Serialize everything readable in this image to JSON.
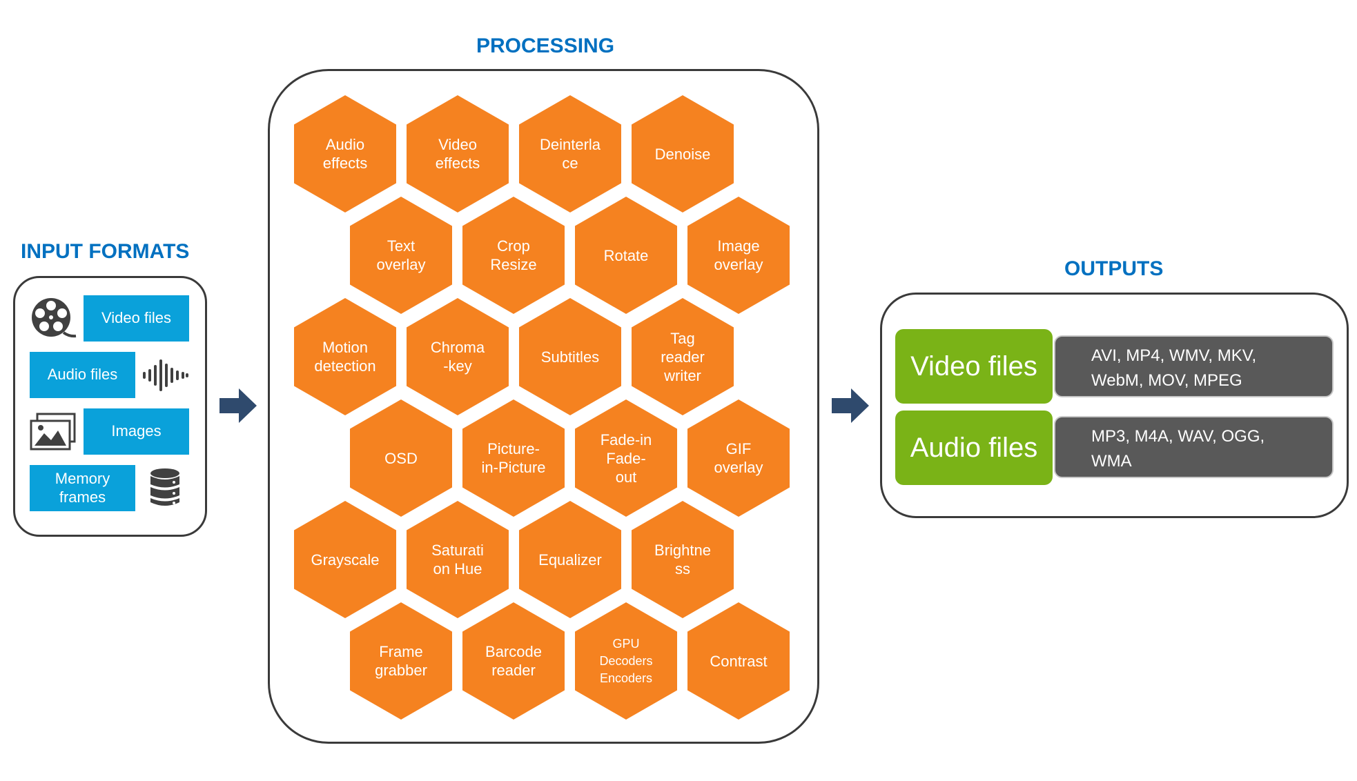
{
  "headings": {
    "input": "INPUT FORMATS",
    "processing": "PROCESSING",
    "outputs": "OUTPUTS"
  },
  "inputs": [
    {
      "label": "Video files",
      "icon": "film-reel-icon"
    },
    {
      "label": "Audio files",
      "icon": "sound-wave-icon"
    },
    {
      "label": "Images",
      "icon": "image-gallery-icon"
    },
    {
      "label": "Memory\nframes",
      "icon": "database-icon"
    }
  ],
  "processing": [
    "Audio\neffects",
    "Video\neffects",
    "Deinterla\nce",
    "Denoise",
    "Text\noverlay",
    "Crop\nResize",
    "Rotate",
    "Image\noverlay",
    "Motion\ndetection",
    "Chroma\n-key",
    "Subtitles",
    "Tag\nreader\nwriter",
    "OSD",
    "Picture-\nin-Picture",
    "Fade-in\nFade-\nout",
    "GIF\noverlay",
    "Grayscale",
    "Saturati\non Hue",
    "Equalizer",
    "Brightne\nss",
    "Frame\ngrabber",
    "Barcode\nreader",
    "GPU\nDecoders\nEncoders",
    "Contrast"
  ],
  "outputs": [
    {
      "label": "Video files",
      "formats": "AVI, MP4, WMV, MKV,\nWebM, MOV, MPEG"
    },
    {
      "label": "Audio files",
      "formats": "MP3, M4A, WAV, OGG,\n WMA"
    }
  ],
  "colors": {
    "heading": "#0070c0",
    "input_label": "#0aa1da",
    "hexagon": "#f58220",
    "output_label": "#7ab317",
    "output_formats": "#595959",
    "arrow": "#2f4a6d"
  }
}
